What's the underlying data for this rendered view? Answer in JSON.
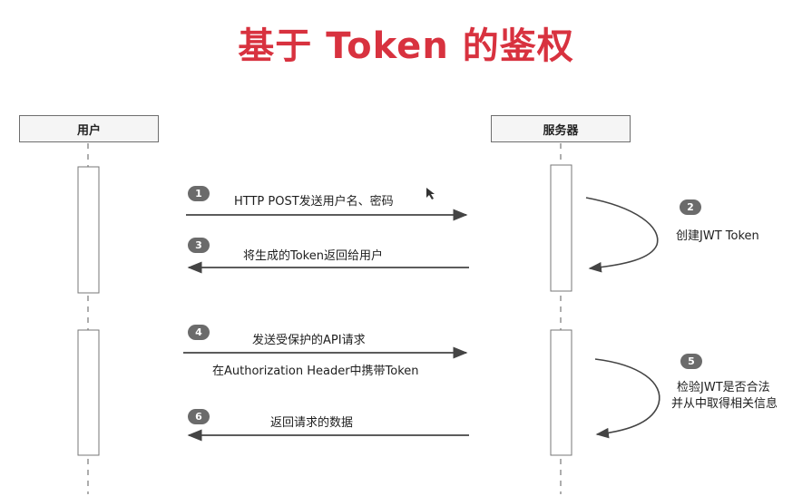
{
  "title": "基于 Token 的鉴权",
  "actors": {
    "user": "用户",
    "server": "服务器"
  },
  "steps": [
    {
      "num": "1",
      "text": "HTTP POST发送用户名、密码"
    },
    {
      "num": "2",
      "text": "创建JWT Token"
    },
    {
      "num": "3",
      "text": "将生成的Token返回给用户"
    },
    {
      "num": "4",
      "text": "发送受保护的API请求",
      "text2": "在Authorization Header中携带Token"
    },
    {
      "num": "5",
      "text": "检验JWT是否合法",
      "text2": "并从中取得相关信息"
    },
    {
      "num": "6",
      "text": "返回请求的数据"
    }
  ],
  "colors": {
    "title": "#d8323f",
    "badge": "#6b6b6b",
    "line": "#555555"
  }
}
